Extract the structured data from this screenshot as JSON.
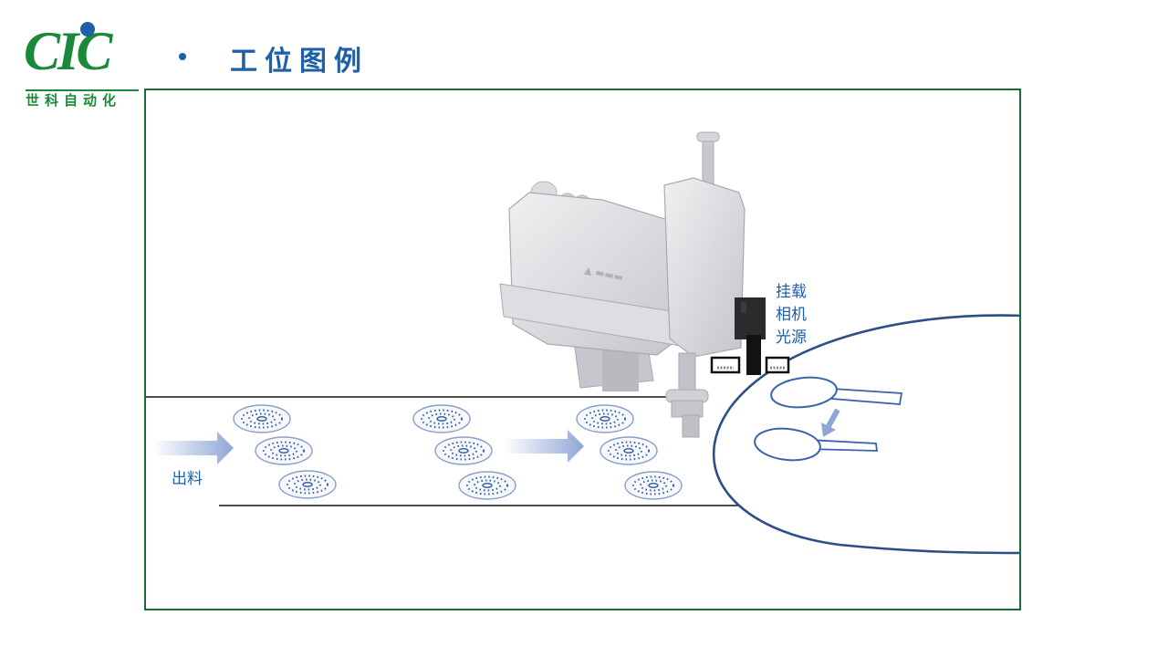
{
  "header": {
    "logo_text": "CIC",
    "logo_subtitle": "世科自动化",
    "title": "工位图例"
  },
  "labels": {
    "outfeed": "出料",
    "mount": "挂载\n相机\n光源"
  },
  "colors": {
    "brand_green": "#1a8a3a",
    "frame_green": "#1a6b37",
    "accent_blue": "#1d5fa8",
    "turntable_navy": "#2b4f86",
    "arrow_blue": "#8fa6d6"
  },
  "icons": [
    "cic-logo-icon",
    "scara-robot-icon",
    "camera-icon",
    "light-source-icon",
    "arrow-right-icon",
    "arrow-down-icon",
    "spoon-part-icon",
    "disc-part-icon"
  ]
}
